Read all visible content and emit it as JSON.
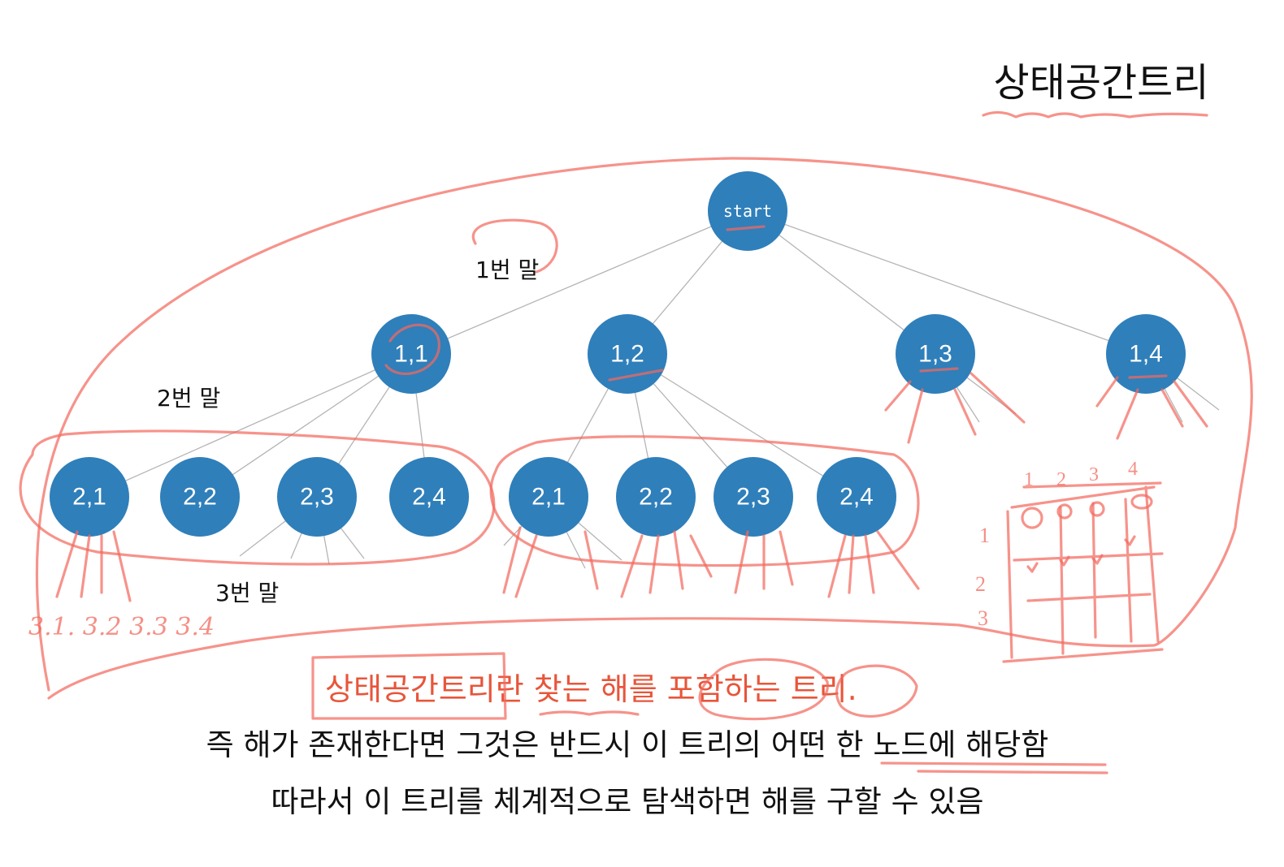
{
  "title": "상태공간트리",
  "tree": {
    "root": "start",
    "level1": [
      "1,1",
      "1,2",
      "1,3",
      "1,4"
    ],
    "level2_under_1_1": [
      "2,1",
      "2,2",
      "2,3",
      "2,4"
    ],
    "level2_under_1_2": [
      "2,1",
      "2,2",
      "2,3",
      "2,4"
    ]
  },
  "labels": {
    "piece1": "1번  말",
    "piece2": "2번  말",
    "piece3": "3번  말"
  },
  "handwritten_note": "3.1. 3.2 3.3 3.4",
  "definition": "상태공간트리란  찾는  해를  포함하는  트리.",
  "line2": "즉  해가  존재한다면  그것은  반드시  이  트리의  어떤  한  노드에  해당함",
  "line3": "따라서  이  트리를  체계적으로  탐색하면  해를  구할  수  있음",
  "grid_sketch": {
    "cols": [
      "1",
      "2",
      "3",
      "4"
    ],
    "rows": [
      "1",
      "2",
      "3"
    ]
  },
  "colors": {
    "node": "#2f7fba",
    "ink": "#f26a5e",
    "definition": "#e8553a"
  }
}
